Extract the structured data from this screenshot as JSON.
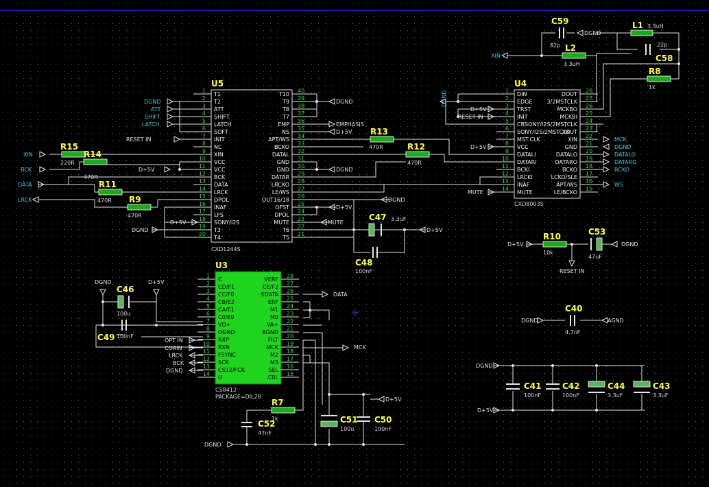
{
  "ic": {
    "u5": {
      "ref": "U5",
      "part": "CXD1244S",
      "left": [
        [
          "1",
          "T1"
        ],
        [
          "2",
          "T2"
        ],
        [
          "3",
          "ATT"
        ],
        [
          "4",
          "SHIFT"
        ],
        [
          "5",
          "LATCH"
        ],
        [
          "6",
          "SOFT"
        ],
        [
          "7",
          "INIT"
        ],
        [
          "8",
          "NC"
        ],
        [
          "9",
          "XIN"
        ],
        [
          "10",
          "VCC"
        ],
        [
          "11",
          "VCC"
        ],
        [
          "12",
          "BCK"
        ],
        [
          "13",
          "DATA"
        ],
        [
          "14",
          "LRCK"
        ],
        [
          "15",
          "DPOL"
        ],
        [
          "16",
          "INAF"
        ],
        [
          "17",
          "LFS"
        ],
        [
          "18",
          "SONY/I2S"
        ],
        [
          "19",
          "T3"
        ],
        [
          "20",
          "T4"
        ]
      ],
      "right": [
        [
          "40",
          "T10"
        ],
        [
          "39",
          "T9"
        ],
        [
          "38",
          "T8"
        ],
        [
          "37",
          "T7"
        ],
        [
          "36",
          "EMP"
        ],
        [
          "35",
          "NS"
        ],
        [
          "34",
          "APT/WS"
        ],
        [
          "33",
          "BCKO"
        ],
        [
          "32",
          "DATAL"
        ],
        [
          "31",
          "GND"
        ],
        [
          "30",
          "GND"
        ],
        [
          "29",
          "DATAR"
        ],
        [
          "28",
          "LRCKO"
        ],
        [
          "27",
          "LE/WS"
        ],
        [
          "26",
          "OUT16/18"
        ],
        [
          "25",
          "OFST"
        ],
        [
          "24",
          "DPOL"
        ],
        [
          "23",
          "MUTE"
        ],
        [
          "22",
          "T6"
        ],
        [
          "21",
          "T5"
        ]
      ]
    },
    "u4": {
      "ref": "U4",
      "part": "CXD8003S",
      "left": [
        [
          "1",
          "DIN"
        ],
        [
          "2",
          "EDGE"
        ],
        [
          "3",
          "TRST"
        ],
        [
          "4",
          "INIT"
        ],
        [
          "5",
          "CB"
        ],
        [
          "6",
          "SONY/I2S/2MSTCLK"
        ],
        [
          "7",
          "MST.CLK"
        ],
        [
          "8",
          "VCC"
        ],
        [
          "9",
          "DATALI"
        ],
        [
          "10",
          "DATARI"
        ],
        [
          "11",
          "BCKI"
        ],
        [
          "12",
          "LRCKI"
        ],
        [
          "13",
          "INAF"
        ],
        [
          "14",
          "MUTE"
        ]
      ],
      "right": [
        [
          "28",
          "DOUT"
        ],
        [
          "27",
          "3/2MSTCLK"
        ],
        [
          "26",
          "MCKBO"
        ],
        [
          "25",
          "MCKBI"
        ],
        [
          "24",
          "SONY/I2S/2MSTCLK"
        ],
        [
          "23",
          "XOUT"
        ],
        [
          "22",
          "XIN"
        ],
        [
          "21",
          "GND"
        ],
        [
          "20",
          "DATALO"
        ],
        [
          "19",
          "DATARO"
        ],
        [
          "18",
          "BCKO"
        ],
        [
          "17",
          "LCKO/SLE"
        ],
        [
          "16",
          "APT/WS"
        ],
        [
          "15",
          "LE/BCKO"
        ]
      ]
    },
    "u3": {
      "ref": "U3",
      "part": "CS8412",
      "package": "PACKAGE=DIL28",
      "left": [
        [
          "1",
          "C"
        ],
        [
          "2",
          "CD/F1"
        ],
        [
          "3",
          "CC/F0"
        ],
        [
          "4",
          "CB/E2"
        ],
        [
          "5",
          "CA/E1"
        ],
        [
          "6",
          "C0/E0"
        ],
        [
          "7",
          "VD+"
        ],
        [
          "8",
          "DGND"
        ],
        [
          "9",
          "RXP"
        ],
        [
          "10",
          "RXN"
        ],
        [
          "11",
          "FSYNC"
        ],
        [
          "12",
          "SCK"
        ],
        [
          "13",
          "CS12/FCK"
        ],
        [
          "14",
          "U"
        ]
      ],
      "right": [
        [
          "28",
          "VERF"
        ],
        [
          "27",
          "CE/F2"
        ],
        [
          "26",
          "SDATA"
        ],
        [
          "25",
          "ERF"
        ],
        [
          "24",
          "M1"
        ],
        [
          "23",
          "M0"
        ],
        [
          "22",
          "VA+"
        ],
        [
          "21",
          "AGND"
        ],
        [
          "20",
          "FILT"
        ],
        [
          "19",
          "MCK"
        ],
        [
          "18",
          "M2"
        ],
        [
          "17",
          "M3"
        ],
        [
          "16",
          "SEL"
        ],
        [
          "15",
          "CBL"
        ]
      ]
    }
  },
  "parts": {
    "R15": {
      "ref": "R15",
      "val": "220R"
    },
    "R14": {
      "ref": "R14",
      "val": "470R"
    },
    "R11": {
      "ref": "R11",
      "val": "470R"
    },
    "R9": {
      "ref": "R9",
      "val": "470R"
    },
    "R13": {
      "ref": "R13",
      "val": "470R"
    },
    "R12": {
      "ref": "R12",
      "val": "470R"
    },
    "R8": {
      "ref": "R8",
      "val": "1k"
    },
    "R10": {
      "ref": "R10",
      "val": "10k"
    },
    "R7": {
      "ref": "R7",
      "val": "1k"
    },
    "L1": {
      "ref": "L1",
      "val": "3.3uH"
    },
    "L2": {
      "ref": "L2",
      "val": "3.3uH"
    },
    "C59": {
      "ref": "C59",
      "val": "82p"
    },
    "C58": {
      "ref": "C58",
      "val": "22p"
    },
    "C47": {
      "ref": "C47",
      "val": "3.3uF"
    },
    "C48": {
      "ref": "C48",
      "val": "100nF"
    },
    "C53": {
      "ref": "C53",
      "val": "47uF"
    },
    "C46": {
      "ref": "C46",
      "val": "100u"
    },
    "C49": {
      "ref": "C49",
      "val": "100nF"
    },
    "C40": {
      "ref": "C40",
      "val": "4.7nF"
    },
    "C52": {
      "ref": "C52",
      "val": "47nF"
    },
    "C51": {
      "ref": "C51",
      "val": "100u"
    },
    "C50": {
      "ref": "C50",
      "val": "100nF"
    },
    "C41": {
      "ref": "C41",
      "val": "100nF"
    },
    "C42": {
      "ref": "C42",
      "val": "100nF"
    },
    "C44": {
      "ref": "C44",
      "val": "3.3uF"
    },
    "C43": {
      "ref": "C43",
      "val": "3.3uF"
    }
  },
  "nets": {
    "dgnd": "DGND",
    "agnd": "AGND",
    "att": "ATT",
    "shift": "SHIFT",
    "latch": "LATCH",
    "reset_in": "RESET IN",
    "xin": "XIN",
    "bck": "BCK",
    "data": "DATA",
    "lrck": "LRCK",
    "d5v": "D+5V",
    "emphasis": "EMPHASIS",
    "mute": "MUTE",
    "mck": "MCK",
    "dataloo": "DATALO",
    "dataro": "DATARO",
    "bcko": "BCKO",
    "ws": "WS",
    "opt_in": "OPT IN",
    "coain": "COAIN"
  }
}
